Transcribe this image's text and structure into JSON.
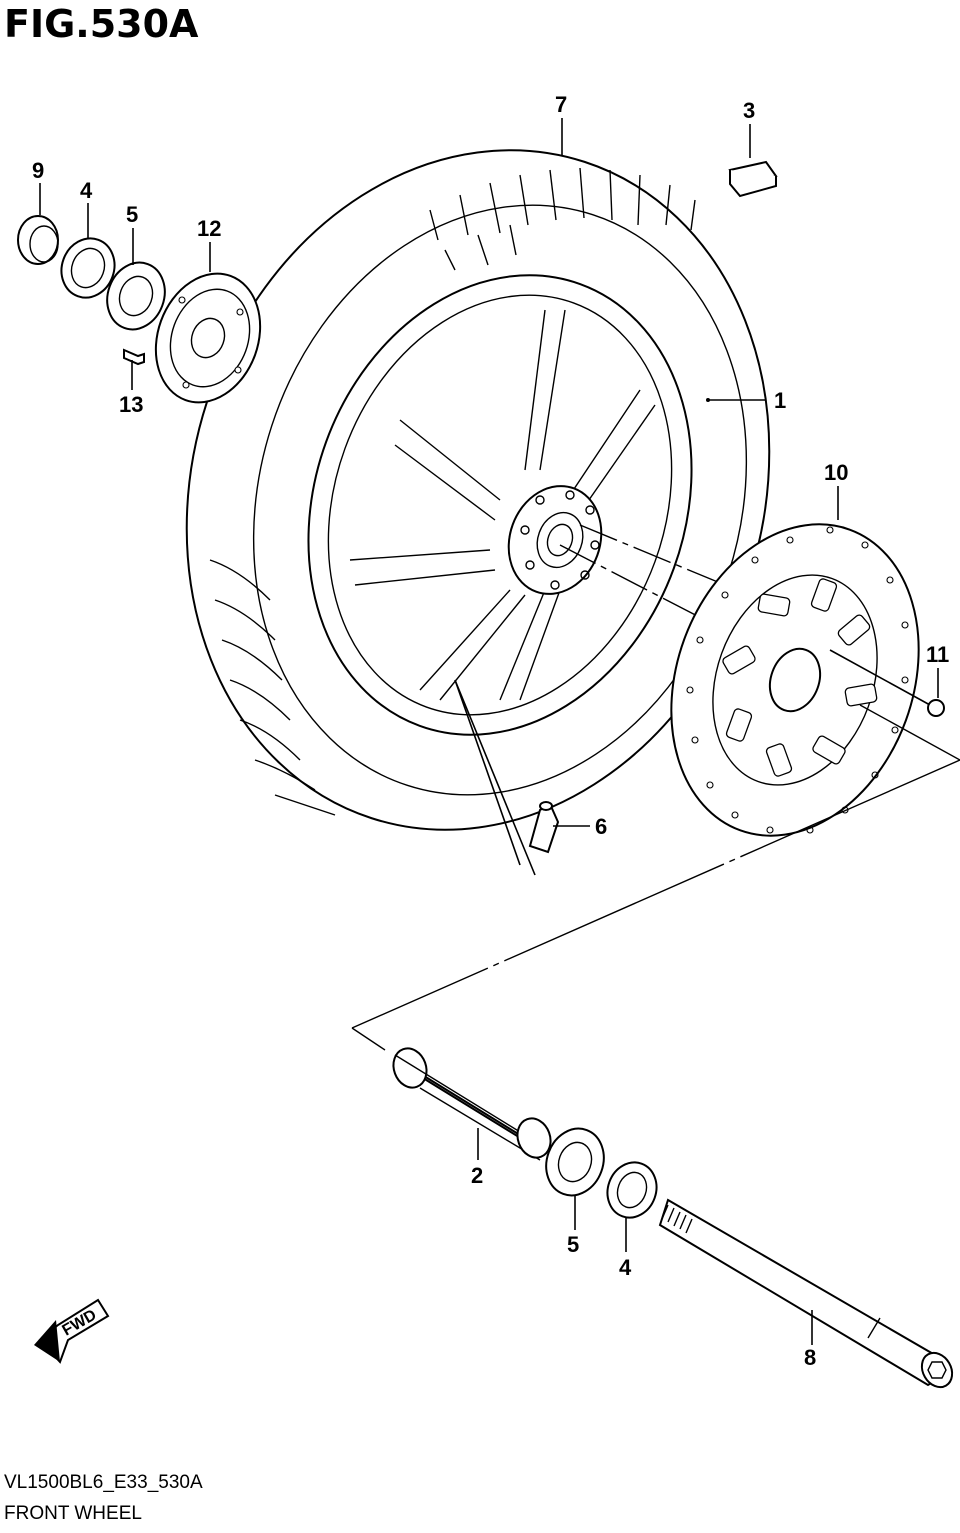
{
  "figure": {
    "title": "FIG.530A",
    "model_code": "VL1500BL6_E33_530A",
    "section_name": "FRONT WHEEL",
    "fwd_label": "FWD"
  },
  "callouts": {
    "c1": "1",
    "c2": "2",
    "c3": "3",
    "c4_top": "4",
    "c4_bottom": "4",
    "c5_top": "5",
    "c5_bottom": "5",
    "c6": "6",
    "c7": "7",
    "c8": "8",
    "c9": "9",
    "c10": "10",
    "c11": "11",
    "c12": "12",
    "c13": "13"
  }
}
